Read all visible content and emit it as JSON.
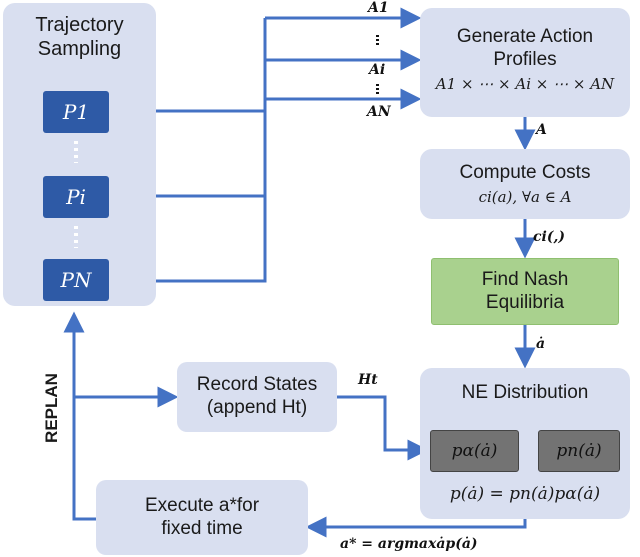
{
  "trajectory_sampling": {
    "title": "Trajectory Sampling",
    "policies": [
      "P1",
      "Pi",
      "PN"
    ]
  },
  "generate_profiles": {
    "title": "Generate Action Profiles",
    "formula": "A1 × ⋯ × Ai × ⋯ × AN"
  },
  "compute_costs": {
    "title": "Compute Costs",
    "formula": "ci(a), ∀a ∈ A"
  },
  "nash": {
    "title": "Find Nash Equilibria",
    "color": "#a9d18e"
  },
  "ne_distribution": {
    "title": "NE Distribution",
    "p_alpha": "pα(ȧ)",
    "p_n": "pn(ȧ)",
    "formula": "p(ȧ) = pn(ȧ)pα(ȧ)"
  },
  "record_states": {
    "line1": "Record States",
    "line2": "(append Ht)"
  },
  "execute": {
    "line1": "Execute a*for",
    "line2": "fixed time"
  },
  "edge_labels": {
    "a1": "A1",
    "ai": "Ai",
    "an": "AN",
    "a": "A",
    "ci": "ci(,)",
    "adot": "ȧ",
    "ht": "Ht",
    "argmax": "a* = argmaxȧp(ȧ)",
    "replan": "REPLAN"
  },
  "colors": {
    "box_fill": "#d9dff0",
    "policy_fill": "#2e5aa6",
    "arrow": "#4472c4",
    "dist_fill": "#737373"
  }
}
